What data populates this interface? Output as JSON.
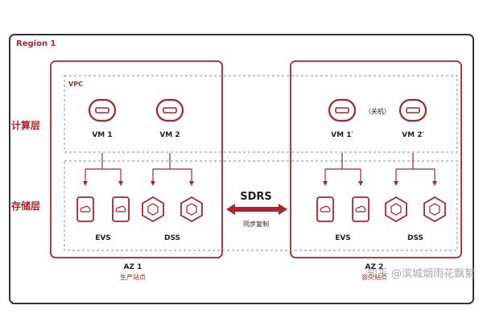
{
  "region": {
    "label": "Region 1"
  },
  "layers": {
    "compute": "计算层",
    "storage": "存储层"
  },
  "vpc": {
    "label": "VPC"
  },
  "az1": {
    "vms": [
      "VM 1",
      "VM 2"
    ],
    "evs_label": "EVS",
    "dss_label": "DSS",
    "name": "AZ 1",
    "subtitle": "生产站点"
  },
  "az2": {
    "vms": [
      "VM 1′",
      "VM 2′"
    ],
    "vm_note": "（关机）",
    "evs_label": "EVS",
    "dss_label": "DSS",
    "name": "AZ 2",
    "subtitle": "容灾站点"
  },
  "sdrs": {
    "label": "SDRS",
    "caption": "同步复制"
  },
  "watermark": "知乎 @滨城烟雨花飘絮",
  "colors": {
    "primary": "#a8262c",
    "dash": "#8a8a8a",
    "frame": "#333333"
  }
}
